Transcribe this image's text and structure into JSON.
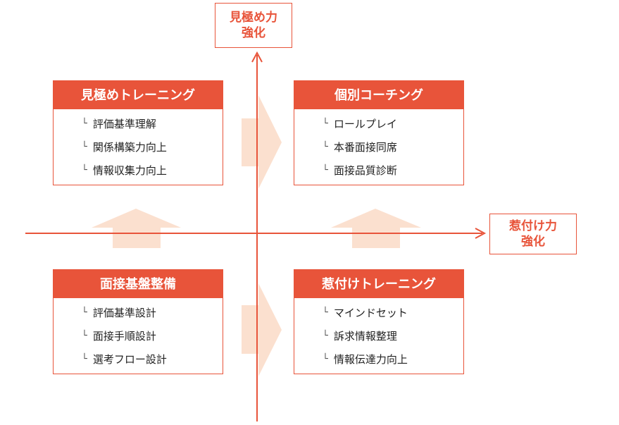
{
  "axes": {
    "vertical_label": [
      "見極め力",
      "強化"
    ],
    "horizontal_label": [
      "惹付け力",
      "強化"
    ]
  },
  "quadrants": {
    "top_left": {
      "title": "見極めトレーニング",
      "items": [
        "評価基準理解",
        "関係構築力向上",
        "情報収集力向上"
      ]
    },
    "top_right": {
      "title": "個別コーチング",
      "items": [
        "ロールプレイ",
        "本番面接同席",
        "面接品質診断"
      ]
    },
    "bottom_left": {
      "title": "面接基盤整備",
      "items": [
        "評価基準設計",
        "面接手順設計",
        "選考フロー設計"
      ]
    },
    "bottom_right": {
      "title": "惹付けトレーニング",
      "items": [
        "マインドセット",
        "訴求情報整理",
        "情報伝達力向上"
      ]
    }
  },
  "item_marker": "└",
  "colors": {
    "accent": "#e8543a",
    "arrow_fill": "#fbe0cf"
  },
  "icons": {
    "progress_arrows": "block-arrow-icon"
  }
}
